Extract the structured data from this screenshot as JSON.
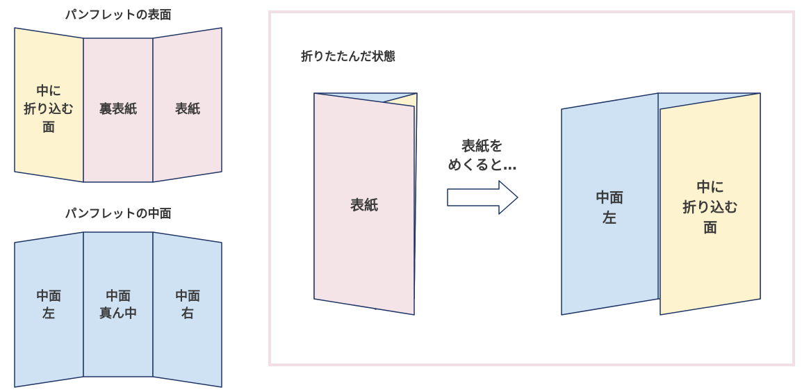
{
  "colors": {
    "yellow": "#fdf3cf",
    "pink": "#f4e4e8",
    "blue": "#cfe2f3",
    "outline": "#1f3566",
    "frame": "#f1dfe5"
  },
  "outer": {
    "title": "パンフレットの表面",
    "panels": {
      "inner_fold": [
        "中に",
        "折り込む",
        "面"
      ],
      "back_cover": "裏表紙",
      "cover": "表紙"
    }
  },
  "inner": {
    "title": "パンフレットの中面",
    "panels": {
      "left": [
        "中面",
        "左"
      ],
      "center": [
        "中面",
        "真ん中"
      ],
      "right": [
        "中面",
        "右"
      ]
    }
  },
  "folded": {
    "title": "折りたたんだ状態",
    "cover_label": "表紙",
    "arrow_text": [
      "表紙を",
      "めくると…"
    ],
    "opened": {
      "left": [
        "中面",
        "左"
      ],
      "right": [
        "中に",
        "折り込む",
        "面"
      ]
    }
  }
}
